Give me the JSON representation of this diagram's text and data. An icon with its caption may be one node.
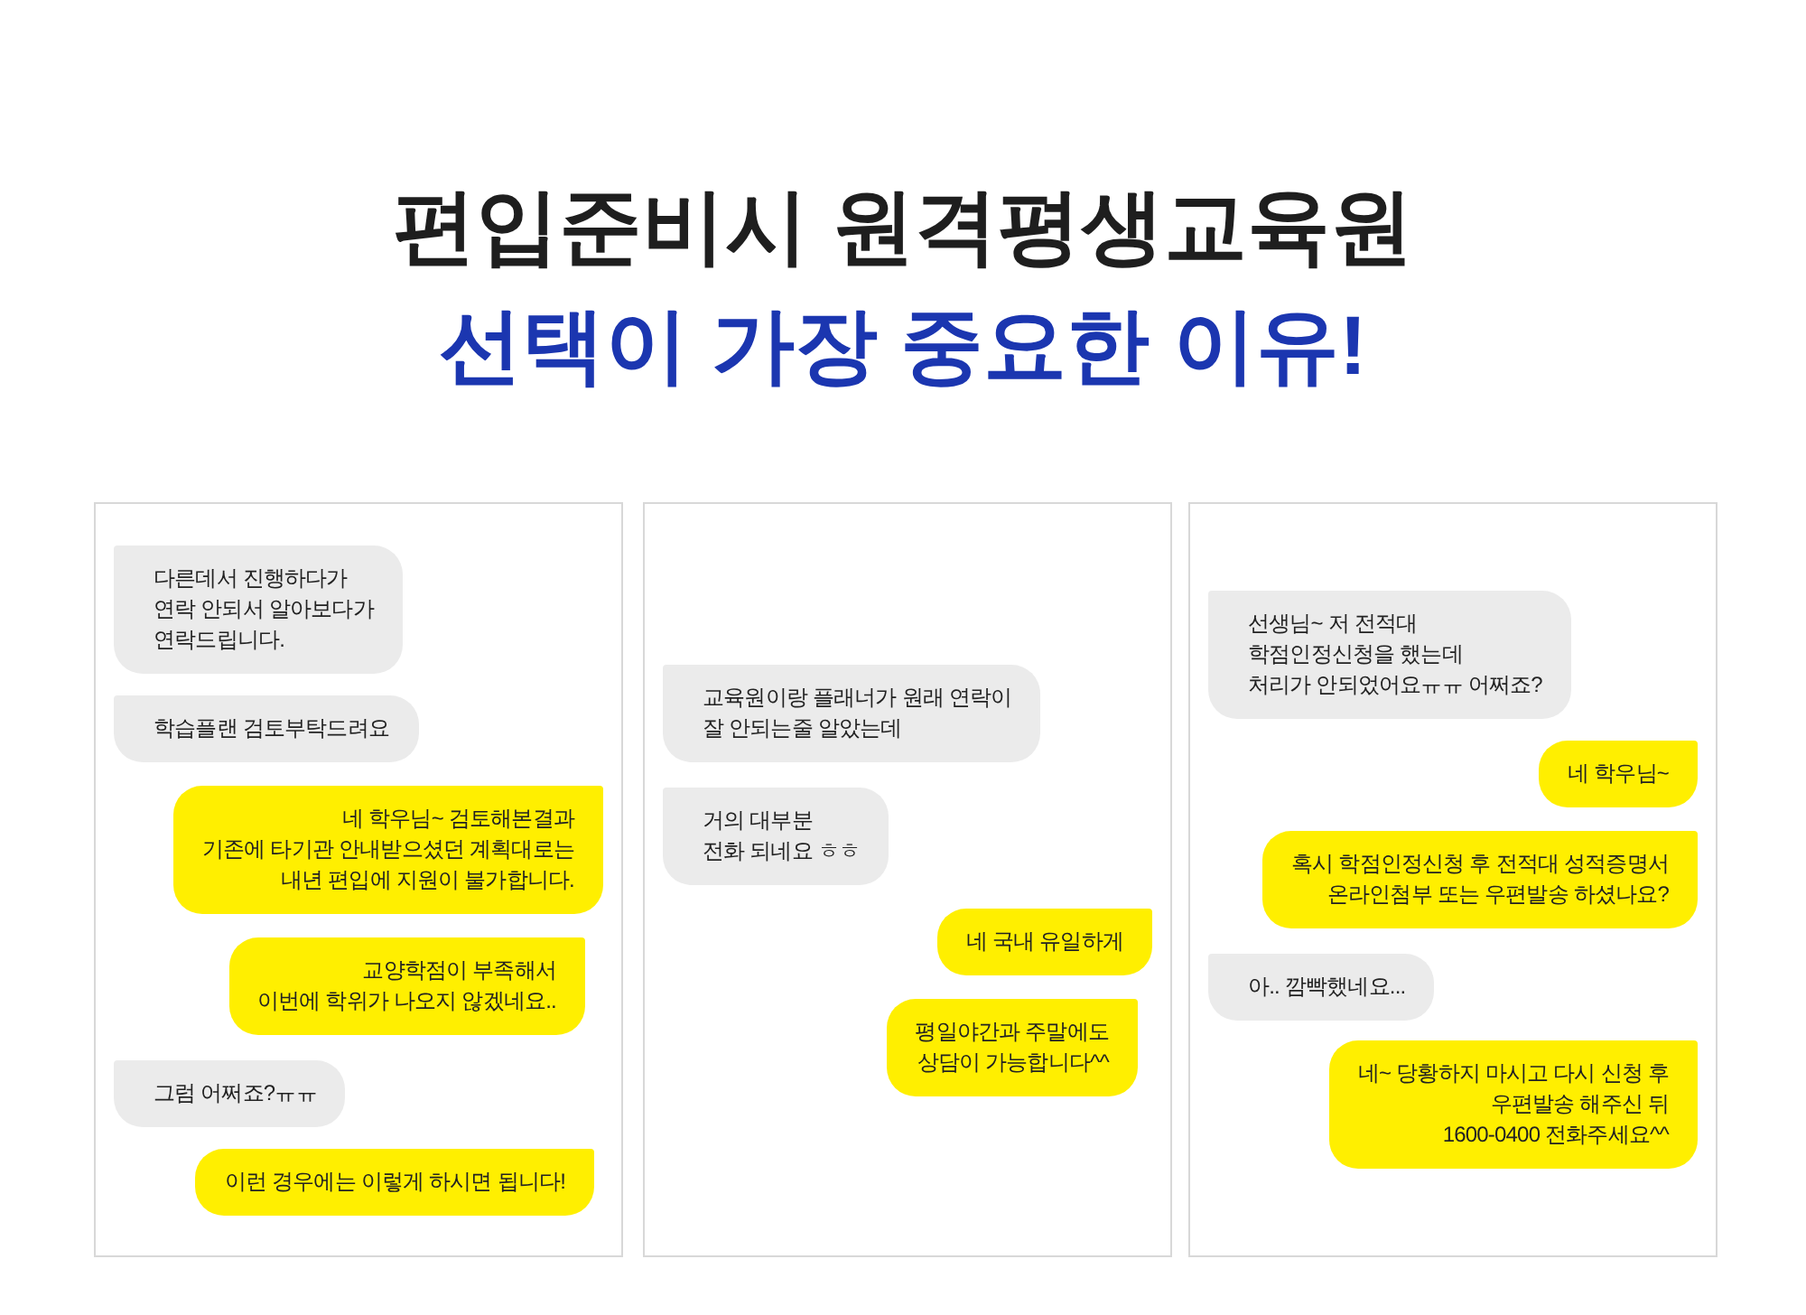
{
  "diagram": {
    "title": "편입준비시 원격평생교육원 선택이 가장 중요한 이유!",
    "nodes": [
      {
        "text": [],
        "shape": "box"
      },
      {
        "text": [
          "다른데서 진행하다가 연락 안되서 알아보다가 연락드립니다."
        ],
        "in": 0
      },
      {
        "text": [
          "학습플랜 검토부탁드려요"
        ],
        "in": 0
      },
      {
        "text": [
          "네 학우님~ 검토해본결과 기존에 타기관 안내받으셨던 계획대로는 내년 편입에 지원이 불가합니다."
        ],
        "in": 0
      },
      {
        "text": [
          "교양학점이 부족해서 이번에 학위가 나오지 않겠네요.."
        ],
        "in": 0
      },
      {
        "text": [
          "그럼 어쩌죠?ㅠㅠ"
        ],
        "in": 0
      },
      {
        "text": [
          "이런 경우에는 이렇게 하시면 됩니다!"
        ],
        "in": 0
      },
      {
        "text": [],
        "shape": "box"
      },
      {
        "text": [
          "교육원이랑 플래너가 원래 연락이 잘 안되는줄 알았는데"
        ],
        "in": 7
      },
      {
        "text": [
          "거의 대부분 전화 되네요 ㅎㅎ"
        ],
        "in": 7
      },
      {
        "text": [
          "네 국내 유일하게"
        ],
        "in": 7
      },
      {
        "text": [
          "평일야간과 주말에도 상담이 가능합니다^^"
        ],
        "in": 7
      },
      {
        "text": [],
        "shape": "box"
      },
      {
        "text": [
          "선생님~ 저 전적대 학점인정신청을 했는데 처리가 안되었어요ㅠㅠ 어쩌죠?"
        ],
        "in": 12
      },
      {
        "text": [
          "네 학우님~"
        ],
        "in": 12
      },
      {
        "text": [
          "혹시 학점인정신청 후 전적대 성적증명서 온라인첨부 또는 우편발송 하셨나요?"
        ],
        "in": 12
      },
      {
        "text": [
          "아.. 깜빡했네요..."
        ],
        "in": 12
      },
      {
        "text": [
          "네~ 당황하지 마시고 다시 신청 후 우편발송 해주신 뒤 1600-0400 전화주세요^^"
        ],
        "in": 12
      }
    ]
  }
}
